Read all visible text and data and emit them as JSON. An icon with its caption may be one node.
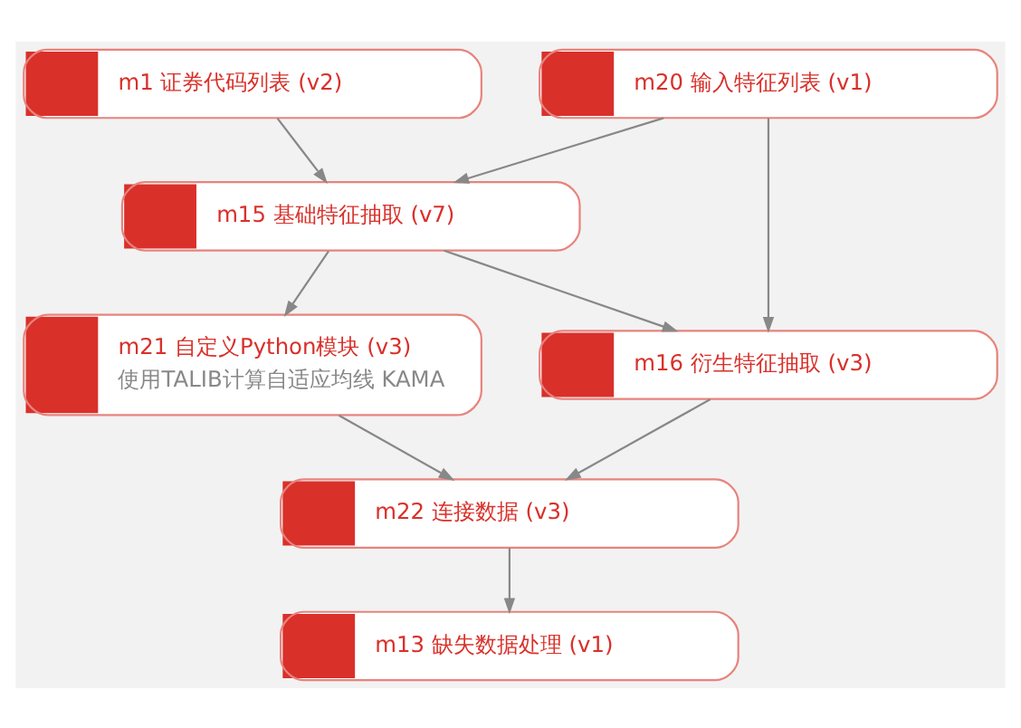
{
  "diagram": {
    "nodes": [
      {
        "text": [
          "m1 证券代码列表 (v2)"
        ]
      },
      {
        "text": [
          "m20 输入特征列表 (v1)"
        ]
      },
      {
        "text": [
          "m15 基础特征抽取 (v7)"
        ]
      },
      {
        "text": [
          "m21 自定义Python模块 (v3)",
          "使用TALIB计算自适应均线 KAMA"
        ]
      },
      {
        "text": [
          "m16 衍生特征抽取 (v3)"
        ]
      },
      {
        "text": [
          "m22 连接数据 (v3)"
        ]
      },
      {
        "text": [
          "m13 缺失数据处理 (v1)"
        ]
      }
    ],
    "edges": [
      {
        "from": 0,
        "to": 2,
        "arrow": "to"
      },
      {
        "from": 1,
        "to": 2,
        "arrow": "to"
      },
      {
        "from": 1,
        "to": 4,
        "arrow": "to"
      },
      {
        "from": 2,
        "to": 3,
        "arrow": "to"
      },
      {
        "from": 2,
        "to": 4,
        "arrow": "to"
      },
      {
        "from": 3,
        "to": 5,
        "arrow": "to"
      },
      {
        "from": 4,
        "to": 5,
        "arrow": "to"
      },
      {
        "from": 5,
        "to": 6,
        "arrow": "to"
      }
    ]
  }
}
